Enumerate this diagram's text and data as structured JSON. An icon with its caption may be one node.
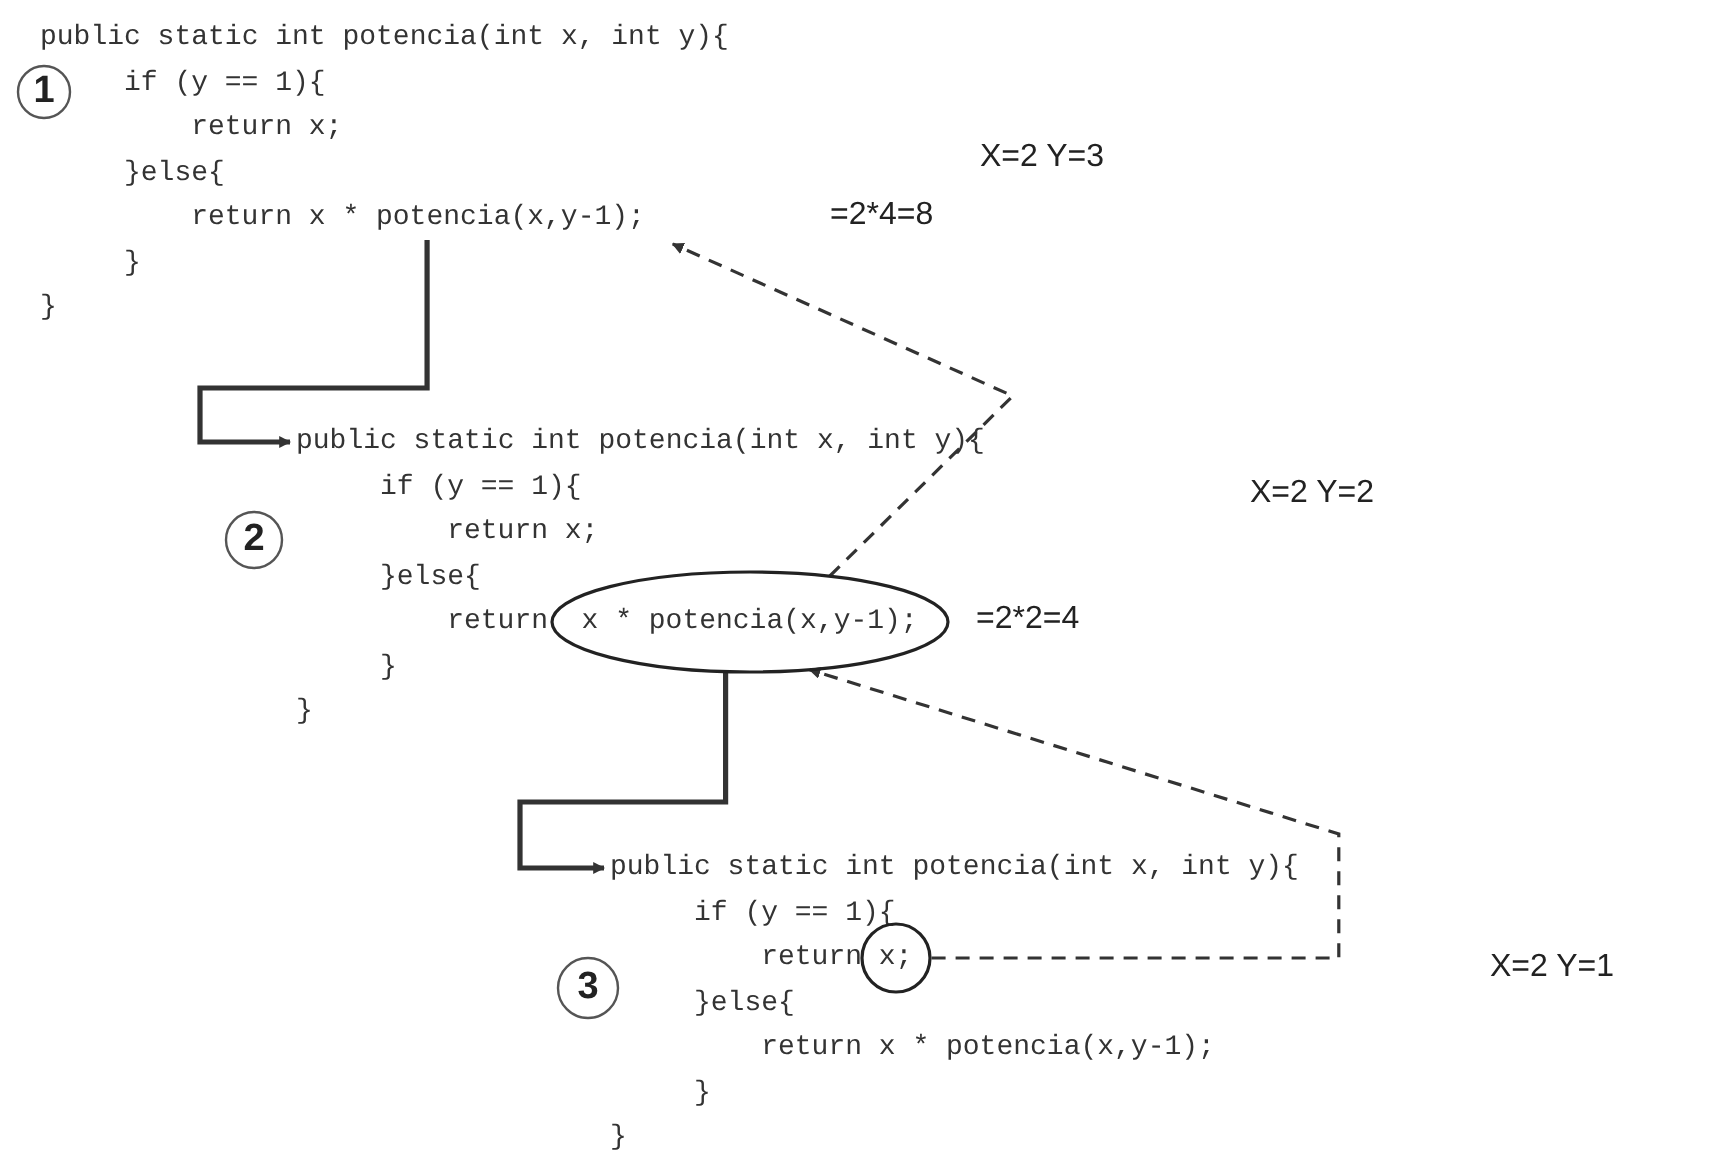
{
  "diagram": {
    "nodes": [
      {
        "text": [
          "1"
        ]
      },
      {
        "text": [
          "public static int potencia(int x, int y){",
          "if (y == 1){",
          "return x;",
          "}else{",
          "return x * potencia(x,y-1);",
          "}",
          "}"
        ],
        "beside": [
          "=2*4=8"
        ]
      },
      {
        "text": [
          "2"
        ]
      },
      {
        "text": [
          "public static int potencia(int x, int y){",
          "if (y == 1){",
          "return x;",
          "}else{",
          "return",
          "}",
          "}"
        ],
        "beside": [
          "=2*2=4"
        ]
      },
      {
        "text": [
          "x * potencia(x,y-1);"
        ],
        "in": 3
      },
      {
        "text": [
          "3"
        ]
      },
      {
        "text": [
          "public static int potencia(int x, int y){",
          "if (y == 1){",
          "return",
          "}else{",
          "return x * potencia(x,y-1);",
          "}",
          "}"
        ]
      },
      {
        "text": [
          "x;"
        ],
        "in": 6
      }
    ],
    "edges": [
      {
        "from": 1,
        "to": 3,
        "arrow": "to"
      },
      {
        "from": 4,
        "to": 6,
        "arrow": "to"
      },
      {
        "from": 7,
        "to": 4,
        "arrow": "to",
        "style": "dashed"
      },
      {
        "from": 4,
        "to": 1,
        "arrow": "to",
        "style": "dashed"
      }
    ],
    "labels": [
      "X=2 Y=3",
      "X=2 Y=2",
      "X=2 Y=1"
    ]
  }
}
